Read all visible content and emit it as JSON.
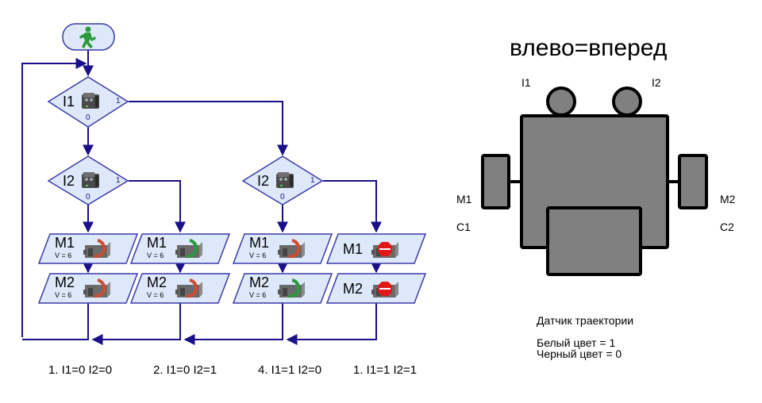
{
  "colors": {
    "line": "#1a1088",
    "shape_fill": "#dde9fb",
    "shape_stroke": "#3a3aa8",
    "robot_fill": "#808080",
    "robot_stroke": "#000000",
    "start_icon": "#2a9a3a",
    "stop_red": "#e01818",
    "motor_red": "#d04a30",
    "motor_green": "#2a9a3a"
  },
  "flowchart": {
    "start": {
      "icon": "walking-man-icon"
    },
    "decisions": [
      {
        "id": "d1",
        "label": "I1",
        "true_label": "1",
        "false_label": "0",
        "icon": "interface-icon"
      },
      {
        "id": "d2",
        "label": "I2",
        "true_label": "1",
        "false_label": "0",
        "icon": "interface-icon"
      },
      {
        "id": "d3",
        "label": "I2",
        "true_label": "1",
        "false_label": "0",
        "icon": "interface-icon"
      }
    ],
    "columns": [
      {
        "motors": [
          {
            "label": "M1",
            "speed": "V = 6",
            "icon": "motor-ccw-icon"
          },
          {
            "label": "M2",
            "speed": "V = 6",
            "icon": "motor-ccw-icon"
          }
        ],
        "condition": "1. I1=0 I2=0"
      },
      {
        "motors": [
          {
            "label": "M1",
            "speed": "V = 6",
            "icon": "motor-cw-icon"
          },
          {
            "label": "M2",
            "speed": "V = 6",
            "icon": "motor-ccw-icon"
          }
        ],
        "condition": "2. I1=0 I2=1"
      },
      {
        "motors": [
          {
            "label": "M1",
            "speed": "V = 6",
            "icon": "motor-ccw-icon"
          },
          {
            "label": "M2",
            "speed": "V = 6",
            "icon": "motor-cw-icon"
          }
        ],
        "condition": "4. I1=1 I2=0"
      },
      {
        "motors": [
          {
            "label": "M1",
            "speed": "",
            "icon": "motor-stop-icon"
          },
          {
            "label": "M2",
            "speed": "",
            "icon": "motor-stop-icon"
          }
        ],
        "condition": "1. I1=1 I2=1"
      }
    ]
  },
  "robot": {
    "title": "влево=вперед",
    "sensor_left": "I1",
    "sensor_right": "I2",
    "motor_left": "M1",
    "motor_right": "M2",
    "counter_left": "C1",
    "counter_right": "C2"
  },
  "legend": {
    "heading": "Датчик траектории",
    "white": "Белый цвет = 1",
    "black": "Черный цвет = 0"
  }
}
